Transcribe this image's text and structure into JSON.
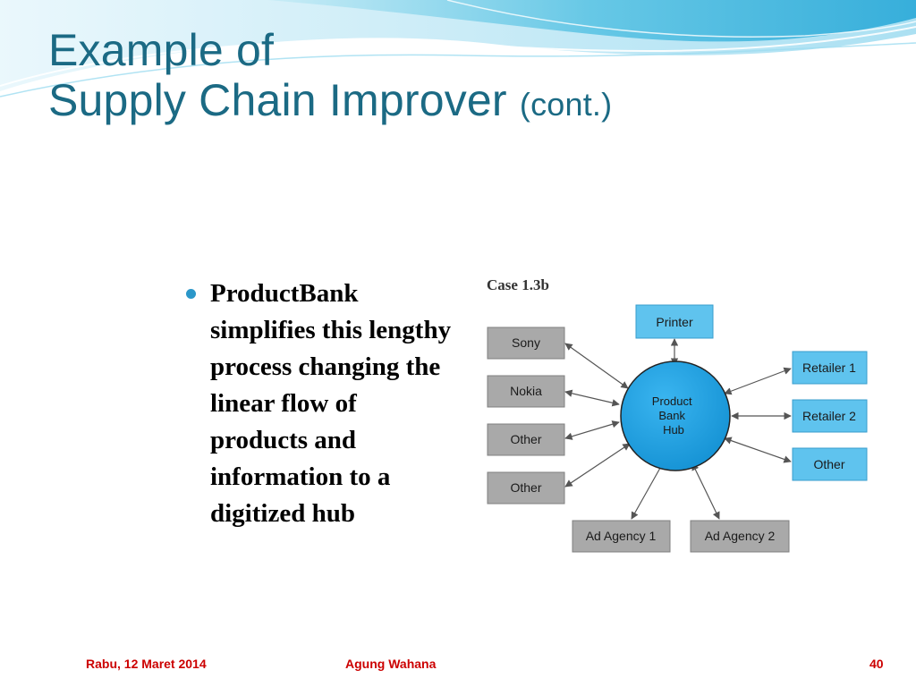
{
  "slide": {
    "title_line1": "Example of",
    "title_line2": "Supply Chain Improver",
    "title_suffix": "(cont.)",
    "bullet": "ProductBank simplifies this lengthy process changing the linear flow of products and information to a digitized hub"
  },
  "diagram": {
    "case_label": "Case 1.3b",
    "hub_lines": [
      "Product",
      "Bank",
      "Hub"
    ],
    "nodes": {
      "printer": "Printer",
      "sony": "Sony",
      "nokia": "Nokia",
      "other_left_1": "Other",
      "other_left_2": "Other",
      "retailer1": "Retailer 1",
      "retailer2": "Retailer 2",
      "other_right": "Other",
      "ad_agency_1": "Ad Agency 1",
      "ad_agency_2": "Ad Agency 2"
    }
  },
  "footer": {
    "date": "Rabu, 12 Maret 2014",
    "author": "Agung Wahana",
    "page": "40"
  },
  "colors": {
    "title": "#1b6a84",
    "hub": "#1a9fe3",
    "blue_box": "#5fc3ee",
    "gray_box": "#a9a9a9",
    "footer": "#cc0000"
  }
}
